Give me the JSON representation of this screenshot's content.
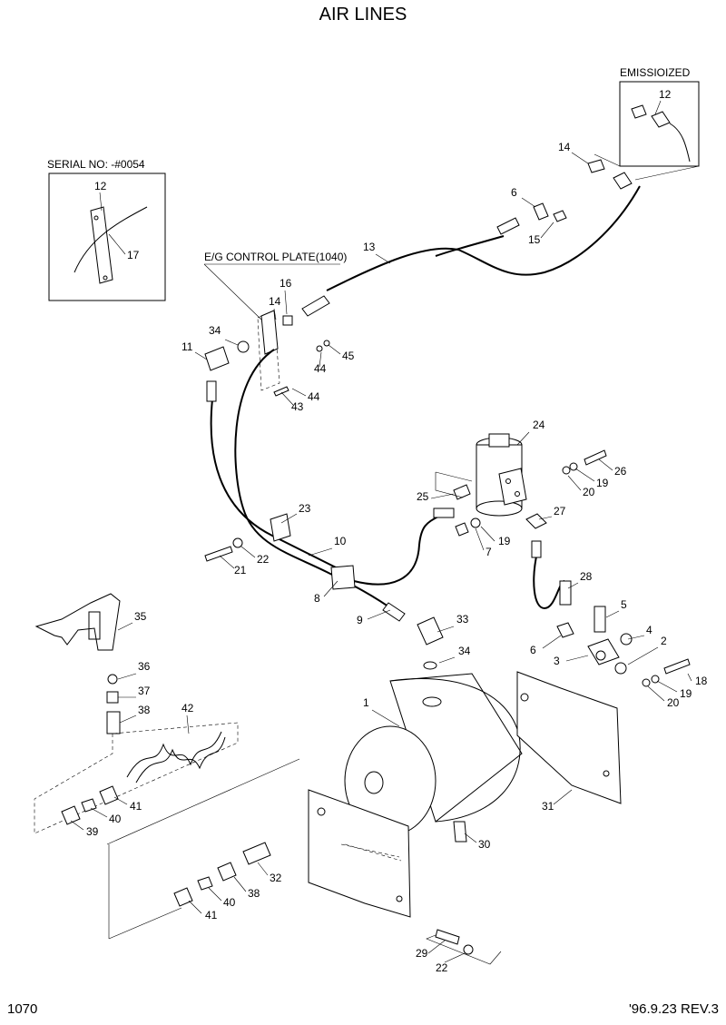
{
  "title": "AIR LINES",
  "insets": {
    "emission": {
      "label": "EMISSIOIZED",
      "part": "12"
    },
    "serial": {
      "label": "SERIAL NO:  -#0054",
      "parts": [
        "12",
        "17"
      ]
    }
  },
  "eg_plate_label": "E/G CONTROL PLATE(1040)",
  "callouts": [
    {
      "id": "c1",
      "text": "1"
    },
    {
      "id": "c2",
      "text": "2"
    },
    {
      "id": "c3",
      "text": "3"
    },
    {
      "id": "c4",
      "text": "4"
    },
    {
      "id": "c5",
      "text": "5"
    },
    {
      "id": "c6a",
      "text": "6"
    },
    {
      "id": "c6b",
      "text": "6"
    },
    {
      "id": "c7",
      "text": "7"
    },
    {
      "id": "c8",
      "text": "8"
    },
    {
      "id": "c9",
      "text": "9"
    },
    {
      "id": "c10",
      "text": "10"
    },
    {
      "id": "c11",
      "text": "11"
    },
    {
      "id": "c13",
      "text": "13"
    },
    {
      "id": "c14a",
      "text": "14"
    },
    {
      "id": "c14b",
      "text": "14"
    },
    {
      "id": "c15",
      "text": "15"
    },
    {
      "id": "c16",
      "text": "16"
    },
    {
      "id": "c18",
      "text": "18"
    },
    {
      "id": "c19a",
      "text": "19"
    },
    {
      "id": "c19b",
      "text": "19"
    },
    {
      "id": "c19c",
      "text": "19"
    },
    {
      "id": "c20a",
      "text": "20"
    },
    {
      "id": "c20b",
      "text": "20"
    },
    {
      "id": "c21",
      "text": "21"
    },
    {
      "id": "c22a",
      "text": "22"
    },
    {
      "id": "c22b",
      "text": "22"
    },
    {
      "id": "c23",
      "text": "23"
    },
    {
      "id": "c24",
      "text": "24"
    },
    {
      "id": "c25",
      "text": "25"
    },
    {
      "id": "c26",
      "text": "26"
    },
    {
      "id": "c27",
      "text": "27"
    },
    {
      "id": "c28",
      "text": "28"
    },
    {
      "id": "c29",
      "text": "29"
    },
    {
      "id": "c30",
      "text": "30"
    },
    {
      "id": "c31",
      "text": "31"
    },
    {
      "id": "c32",
      "text": "32"
    },
    {
      "id": "c33",
      "text": "33"
    },
    {
      "id": "c34a",
      "text": "34"
    },
    {
      "id": "c34b",
      "text": "34"
    },
    {
      "id": "c35",
      "text": "35"
    },
    {
      "id": "c36",
      "text": "36"
    },
    {
      "id": "c37",
      "text": "37"
    },
    {
      "id": "c38a",
      "text": "38"
    },
    {
      "id": "c38b",
      "text": "38"
    },
    {
      "id": "c39",
      "text": "39"
    },
    {
      "id": "c40a",
      "text": "40"
    },
    {
      "id": "c40b",
      "text": "40"
    },
    {
      "id": "c41a",
      "text": "41"
    },
    {
      "id": "c41b",
      "text": "41"
    },
    {
      "id": "c42",
      "text": "42"
    },
    {
      "id": "c43",
      "text": "43"
    },
    {
      "id": "c44a",
      "text": "44"
    },
    {
      "id": "c44b",
      "text": "44"
    },
    {
      "id": "c45",
      "text": "45"
    }
  ],
  "footer": {
    "page": "1070",
    "revision": "'96.9.23 REV.3"
  }
}
